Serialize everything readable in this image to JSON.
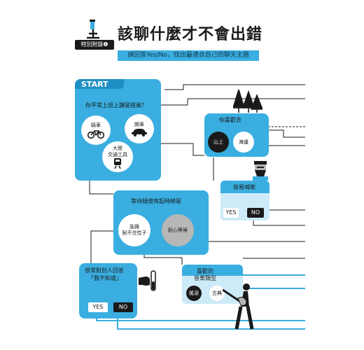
{
  "header": {
    "badge": "特別附錄❶",
    "title": "該聊什麼才不會出錯",
    "subtitle": "請回答Yes/No，找出最適合自己的聊天主題"
  },
  "start": {
    "label": "START",
    "question": "你平常上班上課是搭乘？",
    "options": {
      "bike": "騎車",
      "car": "開車",
      "transit_line1": "大眾",
      "transit_line2": "交通工具"
    }
  },
  "q_place": {
    "question": "你喜歡去",
    "mountain": "山上",
    "sea": "海邊"
  },
  "q_beard": {
    "question": "容易喊嗽",
    "yes": "YES",
    "no": "NO"
  },
  "q_wait": {
    "question": "等待綠燈亮起時總是",
    "impatient_line1": "急躁",
    "impatient_line2": "耐不住性子",
    "patient": "耐心等候"
  },
  "q_idk": {
    "question_line1": "很常對別人回答",
    "question_line2": "「我不知道」",
    "yes": "YES",
    "no": "NO"
  },
  "q_music": {
    "question_line1": "喜歡的",
    "question_line2": "音樂類型",
    "rock": "搖滾",
    "classical": "古典"
  },
  "colors": {
    "accent": "#3aaee0",
    "light": "#cdeaf8",
    "dark": "#1a1a1a",
    "grey": "#b7b7b7"
  }
}
